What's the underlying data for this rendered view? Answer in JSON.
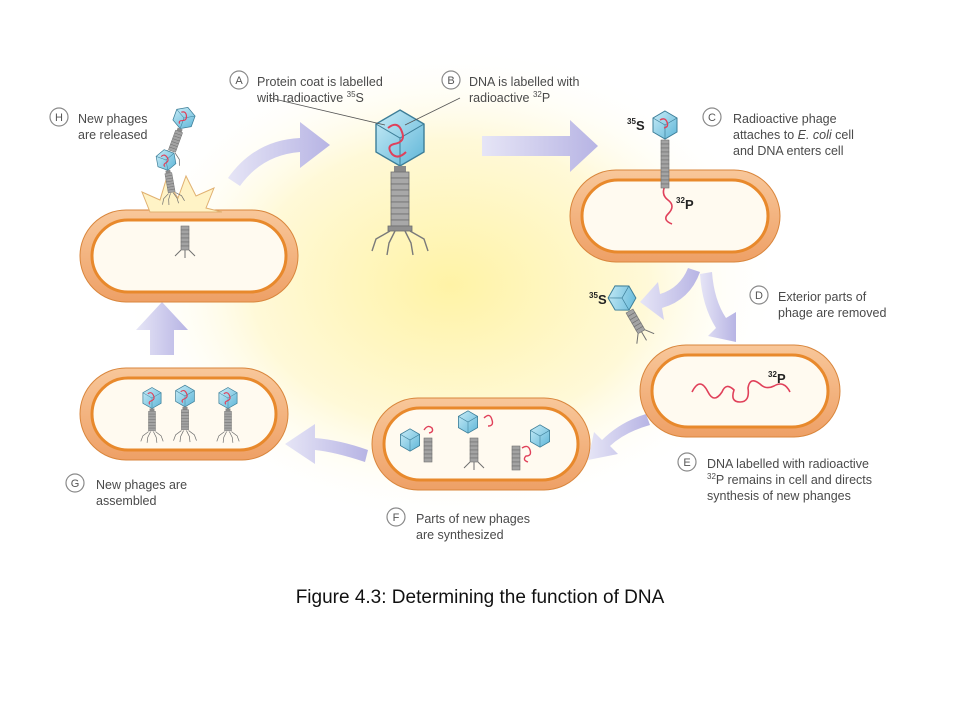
{
  "figure": {
    "caption": "Figure 4.3: Determining the function of DNA"
  },
  "steps": {
    "A": {
      "letter": "A",
      "line1": "Protein coat is labelled",
      "line2_pre": "with radioactive ",
      "line2_sup": "35",
      "line2_post": "S"
    },
    "B": {
      "letter": "B",
      "line1": "DNA is labelled with",
      "line2_pre": "radioactive ",
      "line2_sup": "32",
      "line2_post": "P"
    },
    "C": {
      "letter": "C",
      "line1": "Radioactive phage",
      "line2_pre": "attaches to ",
      "line2_em": "E. coli",
      "line2_post": " cell",
      "line3": "and DNA enters cell"
    },
    "D": {
      "letter": "D",
      "line1": "Exterior parts of",
      "line2": "phage are removed"
    },
    "E": {
      "letter": "E",
      "line1": "DNA labelled with radioactive",
      "line2_sup": "32",
      "line2_post": "P remains in cell and directs",
      "line3": "synthesis of new phanges"
    },
    "F": {
      "letter": "F",
      "line1": "Parts of new phages",
      "line2": "are synthesized"
    },
    "G": {
      "letter": "G",
      "line1": "New phages are",
      "line2": "assembled"
    },
    "H": {
      "letter": "H",
      "line1": "New phages",
      "line2": "are released"
    }
  },
  "isotopes": {
    "sulfur_sup": "35",
    "sulfur": "S",
    "phosphorus_sup": "32",
    "phosphorus": "P"
  },
  "colors": {
    "background_glow": "#fff6b8",
    "cell_wall": "#f2a56a",
    "cell_membrane": "#e58a2e",
    "cell_inside": "#fffaf0",
    "arrow": "#c9c7ea",
    "phage_head": "#8fd0ea",
    "phage_tail": "#9a9a9a",
    "dna": "#e0405a"
  }
}
